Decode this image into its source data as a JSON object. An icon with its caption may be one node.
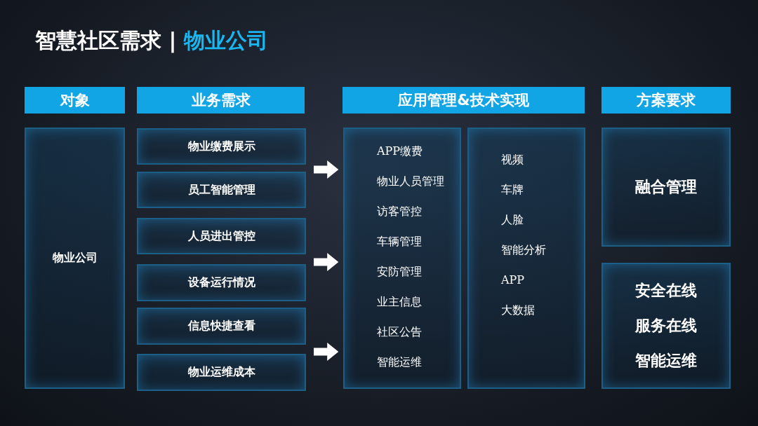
{
  "diagram": {
    "title": "智慧社区需求 | 物业公司",
    "nodes": [
      {
        "text": [
          "对象"
        ]
      },
      {
        "text": [
          "物业公司"
        ]
      },
      {
        "text": [
          "业务需求"
        ]
      },
      {
        "text": [
          "物业缴费展示"
        ]
      },
      {
        "text": [
          "员工智能管理"
        ]
      },
      {
        "text": [
          "人员进出管控"
        ]
      },
      {
        "text": [
          "设备运行情况"
        ]
      },
      {
        "text": [
          "信息快捷查看"
        ]
      },
      {
        "text": [
          "物业运维成本"
        ]
      },
      {
        "text": [
          "应用管理&技术实现"
        ]
      },
      {
        "text": [
          "APP缴费",
          "物业人员管理",
          "访客管控",
          "车辆管理",
          "安防管理",
          "业主信息",
          "社区公告",
          "智能运维"
        ]
      },
      {
        "text": [
          "视频",
          "车牌",
          "人脸",
          "智能分析",
          "APP",
          "大数据"
        ]
      },
      {
        "text": [
          "方案要求"
        ]
      },
      {
        "text": [
          "融合管理"
        ]
      },
      {
        "text": [
          "安全在线",
          "服务在线",
          "智能运维"
        ]
      }
    ],
    "edges": [
      {
        "from": 4,
        "to": 10,
        "arrow": "to"
      },
      {
        "from": 6,
        "to": 10,
        "arrow": "to"
      },
      {
        "from": 8,
        "to": 10,
        "arrow": "to"
      }
    ]
  }
}
